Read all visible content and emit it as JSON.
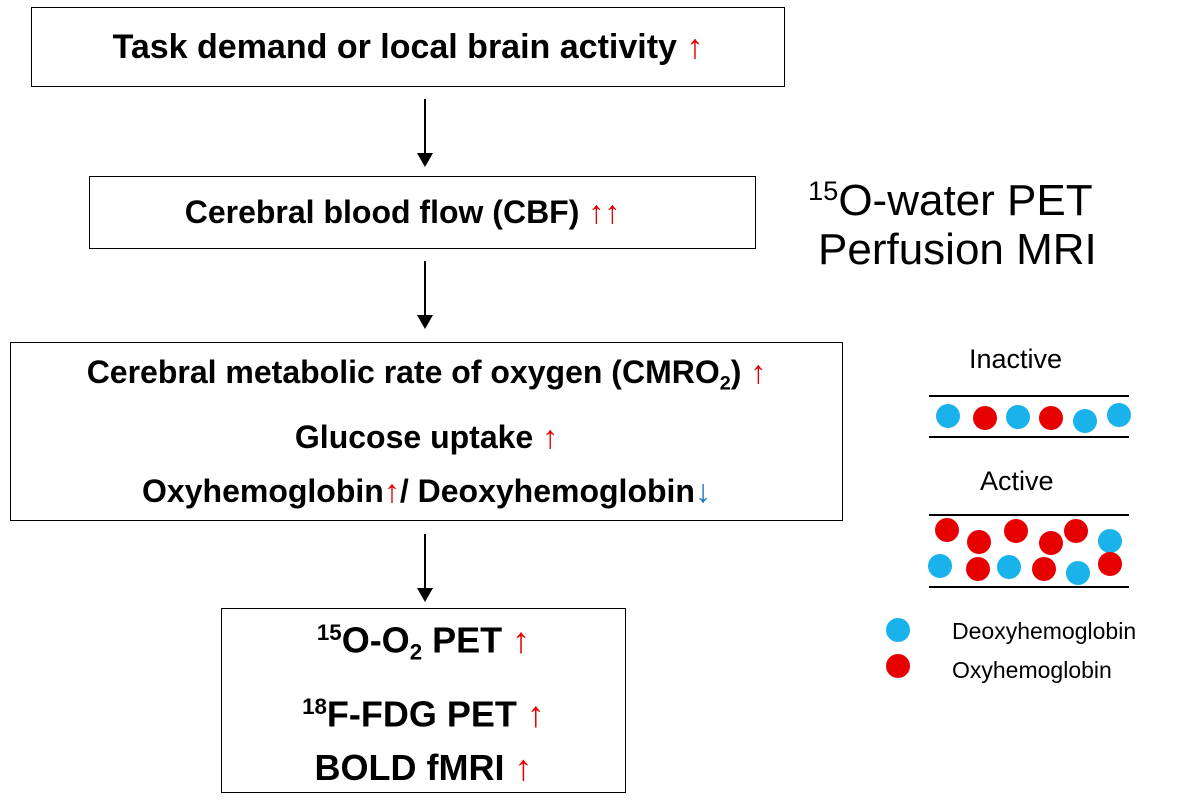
{
  "colors": {
    "deoxy": "#1ab2ea",
    "oxy": "#e60000",
    "increase_arrow": "#e60000",
    "decrease_arrow": "#1f6fc4"
  },
  "box1": {
    "text": "Task demand or local brain activity",
    "arrow": "↑"
  },
  "box2": {
    "text": "Cerebral blood flow (CBF)",
    "arrow": "↑↑"
  },
  "box3": {
    "line1_prefix": "Cerebral metabolic rate of oxygen (CMRO",
    "line1_sub": "2",
    "line1_suffix": ")",
    "line1_arrow": "↑",
    "line2": "Glucose uptake",
    "line2_arrow": "↑",
    "line3_a": "Oxyhemoglobin",
    "line3_a_arrow": "↑",
    "line3_b": "/ Deoxyhemoglobin",
    "line3_b_arrow": "↓"
  },
  "box4": {
    "l1_sup": "15",
    "l1_mid": "O-O",
    "l1_sub": "2",
    "l1_end": " PET",
    "l1_arrow": "↑",
    "l2_sup": "18",
    "l2_text": "F-FDG PET",
    "l2_arrow": "↑",
    "l3_text": "BOLD fMRI",
    "l3_arrow": "↑"
  },
  "side_label": {
    "line1_sup": "15",
    "line1_text": "O-water PET",
    "line2": "Perfusion MRI"
  },
  "legend": {
    "inactive_label": "Inactive",
    "active_label": "Active",
    "deoxy_label": "Deoxyhemoglobin",
    "oxy_label": "Oxyhemoglobin"
  }
}
